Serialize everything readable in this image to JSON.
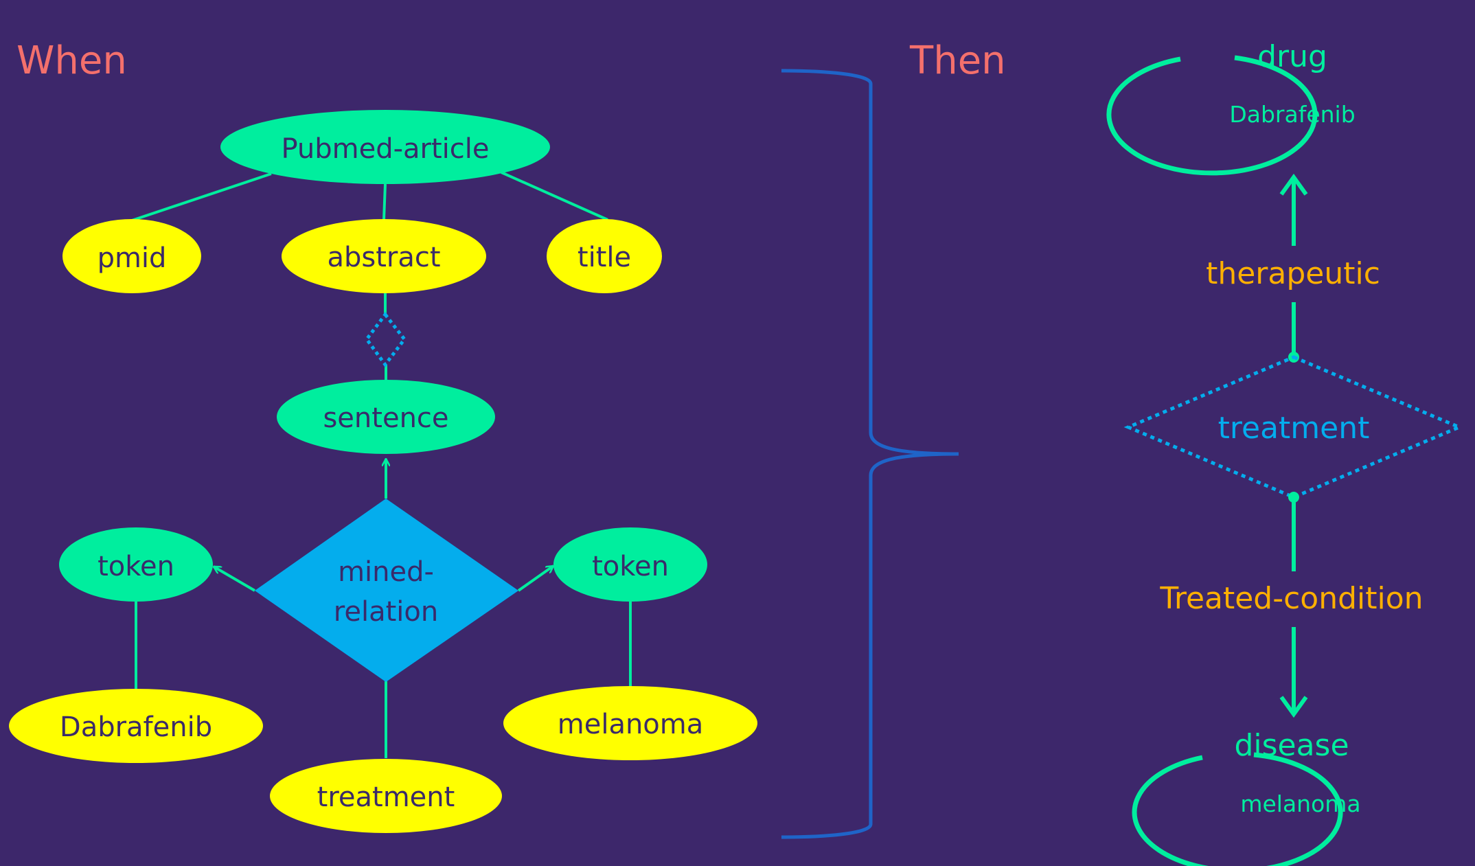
{
  "colors": {
    "background": "#3d276b",
    "heading": "#f4706c",
    "green": "#00ee9e",
    "yellow": "#ffff00",
    "blue": "#04aded",
    "dark_text": "#3a2a6a",
    "orange": "#ffb000",
    "brace": "#1f64c8"
  },
  "when": {
    "heading": "When",
    "nodes": {
      "pubmed_article": "Pubmed-article",
      "pmid": "pmid",
      "abstract": "abstract",
      "title": "title",
      "sentence": "sentence",
      "mined_relation_line1": "mined-",
      "mined_relation_line2": "relation",
      "token_left": "token",
      "token_right": "token",
      "dabrafenib": "Dabrafenib",
      "melanoma": "melanoma",
      "treatment": "treatment"
    }
  },
  "then": {
    "heading": "Then",
    "drug_label": "drug",
    "drug_value": "Dabrafenib",
    "therapeutic_role": "therapeutic",
    "relation": "treatment",
    "treated_condition_role": "Treated-condition",
    "disease_label": "disease",
    "disease_value": "melanoma"
  }
}
